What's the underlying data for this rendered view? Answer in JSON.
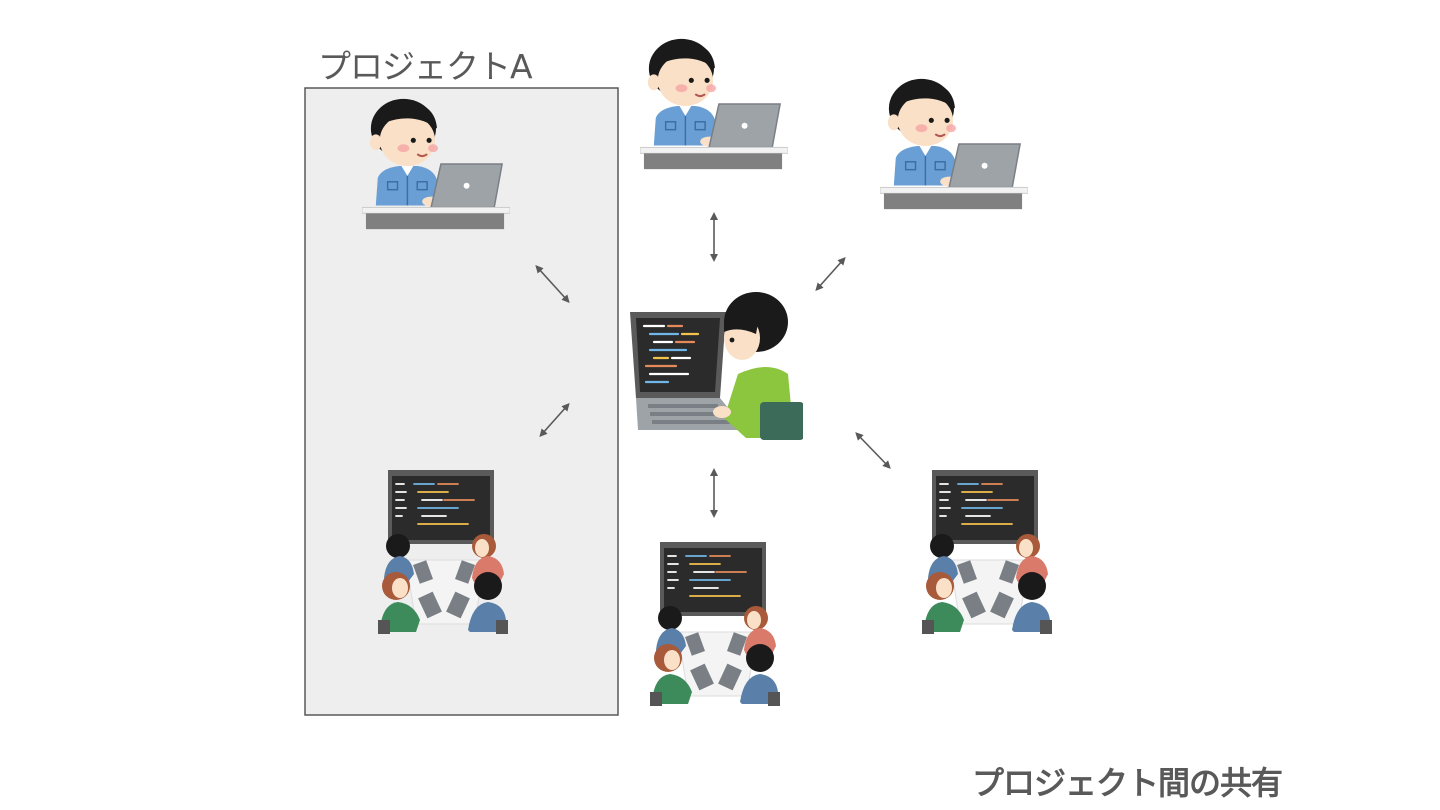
{
  "diagram": {
    "project_label": "プロジェクトA",
    "caption": "プロジェクト間の共有"
  },
  "colors": {
    "project_box_fill": "#eeeeee",
    "project_box_border": "#595959",
    "text": "#595959",
    "arrow": "#595959",
    "shirt_blue": "#6a9fd6",
    "shirt_green": "#8cc63f",
    "hair": "#1a1a1a",
    "skin": "#fbe0c8",
    "laptop": "#9ea3a8",
    "desk": "#808080",
    "screen": "#2b2b2b"
  },
  "nodes": [
    {
      "name": "worker-in-project-a",
      "kind": "worker"
    },
    {
      "name": "worker-top-center",
      "kind": "worker"
    },
    {
      "name": "worker-top-right",
      "kind": "worker"
    },
    {
      "name": "central-programmer",
      "kind": "programmer"
    },
    {
      "name": "team-in-project-a",
      "kind": "team"
    },
    {
      "name": "team-bottom-center",
      "kind": "team"
    },
    {
      "name": "team-bottom-right",
      "kind": "team"
    }
  ]
}
